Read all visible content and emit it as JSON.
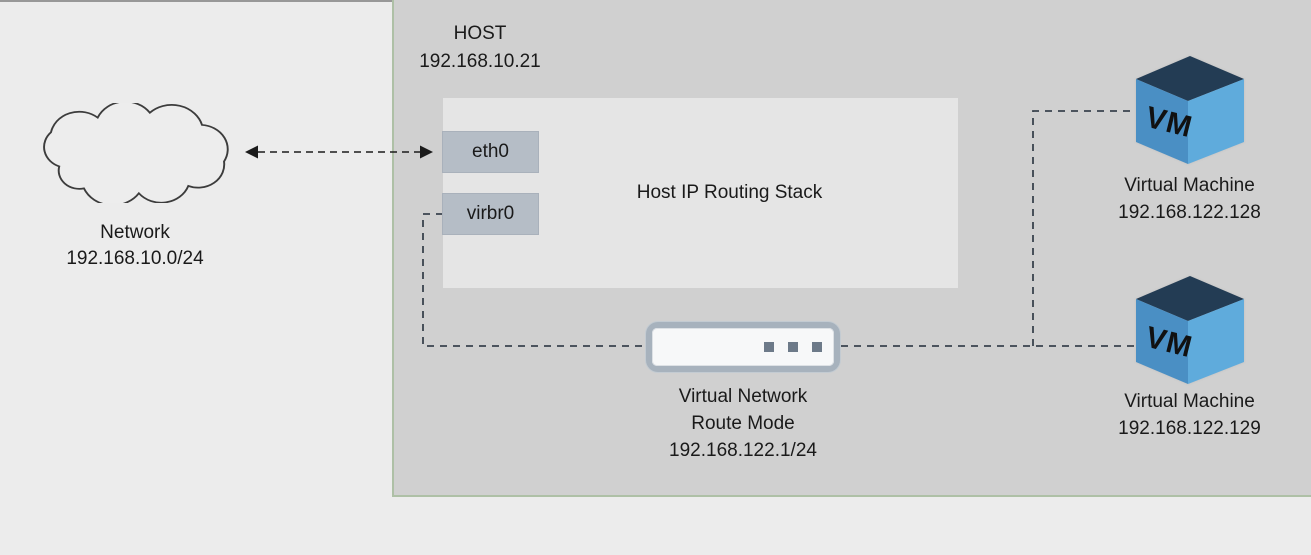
{
  "network": {
    "name": "Network",
    "subnet": "192.168.10.0/24"
  },
  "host": {
    "name": "HOST",
    "ip": "192.168.10.21",
    "routing_stack_label": "Host IP Routing Stack",
    "interfaces": [
      {
        "name": "eth0"
      },
      {
        "name": "virbr0"
      }
    ],
    "virtual_network": {
      "name": "Virtual Network",
      "mode": "Route Mode",
      "gateway": "192.168.122.1/24"
    }
  },
  "vms": [
    {
      "icon_label": "VM",
      "name": "Virtual Machine",
      "ip": "192.168.122.128"
    },
    {
      "icon_label": "VM",
      "name": "Virtual Machine",
      "ip": "192.168.122.129"
    }
  ],
  "colors": {
    "page_background": "#ececec",
    "host_fill": "#d0d0d0",
    "host_border_green": "#aec0a6",
    "routing_stack_fill": "#e5e5e5",
    "interface_fill": "#b5bdc6",
    "switch_border": "#a7b2bd",
    "switch_face": "#f7f8f9",
    "switch_dot": "#6d7a89",
    "cube_top": "#233c54",
    "cube_left": "#4a8fc4",
    "cube_right": "#5fabdc",
    "dash_line": "#39434d"
  }
}
